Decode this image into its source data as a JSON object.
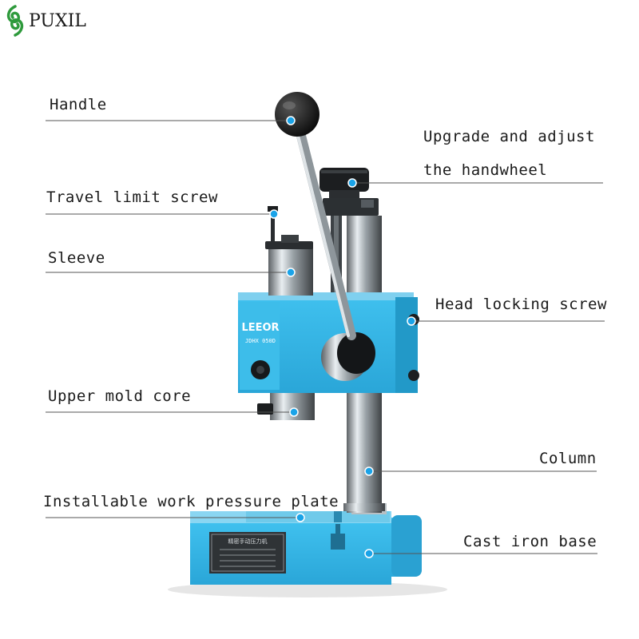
{
  "brand": {
    "name": "PUXIL",
    "color": "#2e9a3c"
  },
  "machine": {
    "front_logo": "LEEOR",
    "model": "JDHX 050D",
    "plate_title": "精密手动压力机",
    "body_color": "#33b6e6",
    "dot_color": "#1aa3e8"
  },
  "labels": {
    "handle": "Handle",
    "handwheel_line1": "Upgrade and adjust",
    "handwheel_line2": "the handwheel",
    "travel_limit_screw": "Travel limit screw",
    "sleeve": "Sleeve",
    "head_locking_screw": "Head locking screw",
    "upper_mold_core": "Upper mold core",
    "column": "Column",
    "pressure_plate": "Installable work pressure plate",
    "base": "Cast iron base"
  }
}
